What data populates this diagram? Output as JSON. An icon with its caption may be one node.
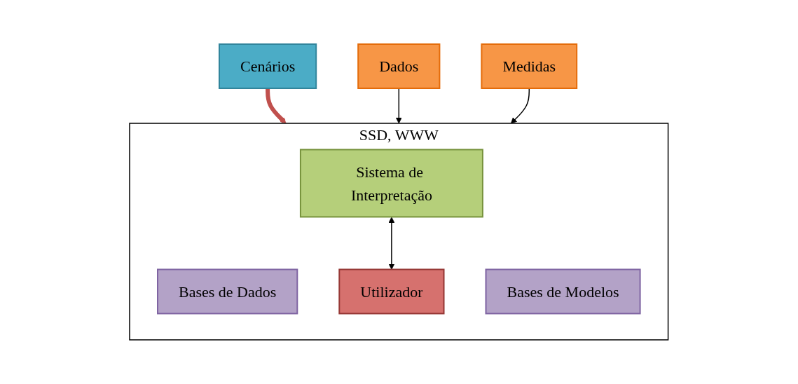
{
  "diagram": {
    "nodes": [
      {
        "text": [
          "Cenários"
        ]
      },
      {
        "text": [
          "SSD, WWW"
        ]
      },
      {
        "text": [
          "Bases de Dados"
        ],
        "in": 1
      },
      {
        "text": [
          "Bases de Modelos"
        ],
        "in": 1
      },
      {
        "text": [
          "Sistema de Interpretação"
        ],
        "in": 1
      },
      {
        "text": [
          "Utilizador"
        ],
        "in": 1
      },
      {
        "text": [
          "Dados"
        ]
      },
      {
        "text": [
          "Medidas"
        ]
      }
    ],
    "edges": [
      {
        "from": 0,
        "to": 1,
        "arrow": "to",
        "style": "thick",
        "color": "#c0504d"
      },
      {
        "from": 6,
        "to": 1,
        "arrow": "to"
      },
      {
        "from": 7,
        "to": 1,
        "arrow": "to"
      },
      {
        "from": 4,
        "to": 5,
        "arrow": "both"
      }
    ]
  }
}
